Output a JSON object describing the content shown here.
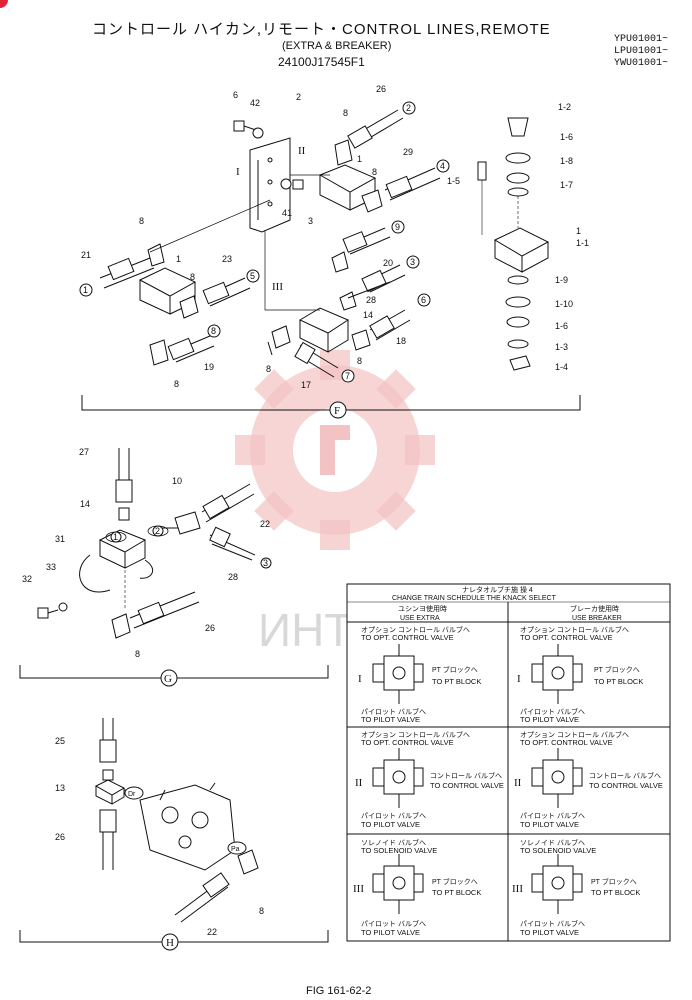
{
  "header": {
    "title": "コントロール ハイカン,リモート・CONTROL LINES,REMOTE",
    "subtitle": "(EXTRA & BREAKER)",
    "part_number": "24100J17545F1",
    "serials": [
      "YPU01001~",
      "LPU01001~",
      "YWU01001~"
    ]
  },
  "footer": {
    "figure": "FIG 161-62-2"
  },
  "watermark": {
    "text": "ИНТЕХ",
    "color": "#f3c3c3"
  },
  "sections": {
    "f": "F",
    "g": "G",
    "h": "H"
  },
  "callouts_f": [
    "6",
    "42",
    "2",
    "26",
    "8",
    "1",
    "29",
    "8",
    "1-2",
    "1-6",
    "1-8",
    "1-7",
    "1-5",
    "1",
    "1-1",
    "41",
    "3",
    "21",
    "8",
    "1",
    "8",
    "23",
    "20",
    "28",
    "14",
    "18",
    "8",
    "8",
    "17",
    "19",
    "8",
    "1-9",
    "1-10",
    "1-6",
    "1-3",
    "1-4"
  ],
  "circled_f": [
    "1",
    "2",
    "3",
    "4",
    "5",
    "6",
    "7",
    "8",
    "9"
  ],
  "roman": [
    "I",
    "II",
    "III"
  ],
  "callouts_g": [
    "27",
    "10",
    "14",
    "31",
    "22",
    "28",
    "32",
    "33",
    "26",
    "8"
  ],
  "circled_g": [
    "1",
    "2",
    "3"
  ],
  "callouts_h": [
    "25",
    "13",
    "26",
    "8",
    "22"
  ],
  "port_labels_h": [
    "Dr",
    "Pa"
  ],
  "table": {
    "title_jp": "ナレタオルブチ施 操 4",
    "title": "CHANGE TRAIN SCHEDULE THE KNACK SELECT",
    "col_extra_jp": "ユシンヨ使用時",
    "col_extra": "USE EXTRA",
    "col_breaker_jp": "ブレーカ使用時",
    "col_breaker": "USE BREAKER",
    "rows": [
      {
        "roman": "I",
        "extra": {
          "top_jp": "オプション コントロール バルブへ",
          "top": "TO OPT. CONTROL VALVE",
          "side_jp": "PT ブロックへ",
          "side": "TO PT BLOCK",
          "bottom_jp": "パイロット バルブへ",
          "bottom": "TO PILOT VALVE"
        },
        "breaker": {
          "top_jp": "オプション コントロール バルブへ",
          "top": "TO OPT. CONTROL VALVE",
          "side_jp": "PT ブロックへ",
          "side": "TO PT BLOCK",
          "bottom_jp": "パイロット バルブへ",
          "bottom": "TO PILOT VALVE"
        }
      },
      {
        "roman": "II",
        "extra": {
          "top_jp": "オプション コントロール バルブへ",
          "top": "TO OPT. CONTROL VALVE",
          "side_jp": "コントロール バルブへ",
          "side": "TO CONTROL VALVE",
          "bottom_jp": "パイロット バルブへ",
          "bottom": "TO PILOT VALVE"
        },
        "breaker": {
          "top_jp": "オプション コントロール バルブへ",
          "top": "TO OPT. CONTROL VALVE",
          "side_jp": "コントロール バルブへ",
          "side": "TO CONTROL VALVE",
          "bottom_jp": "パイロット バルブへ",
          "bottom": "TO PILOT VALVE"
        }
      },
      {
        "roman": "III",
        "extra": {
          "top_jp": "ソレノイド バルブへ",
          "top": "TO SOLENOID VALVE",
          "side_jp": "PT ブロックへ",
          "side": "TO PT BLOCK",
          "bottom_jp": "パイロット バルブへ",
          "bottom": "TO PILOT VALVE"
        },
        "breaker": {
          "top_jp": "ソレノイド バルブへ",
          "top": "TO SOLENOID VALVE",
          "side_jp": "PT ブロックへ",
          "side": "TO PT BLOCK",
          "bottom_jp": "パイロット バルブへ",
          "bottom": "TO PILOT VALVE"
        }
      }
    ]
  }
}
